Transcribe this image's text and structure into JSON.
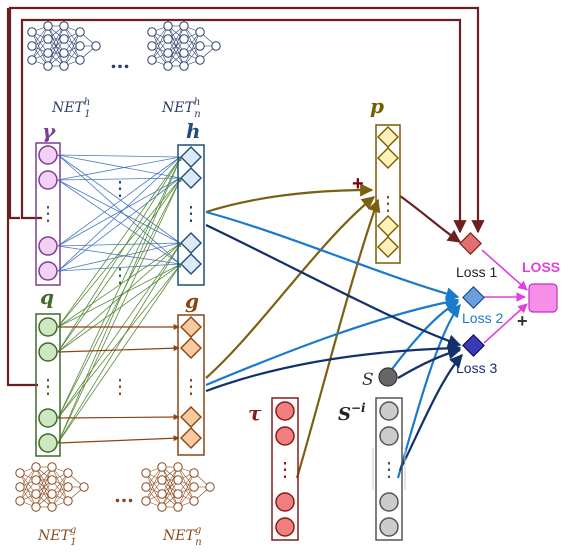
{
  "labels": {
    "gamma": "γ",
    "h": "h",
    "q": "q",
    "g": "g",
    "p": "p",
    "tau": "τ",
    "s": "S",
    "s_minus_i_base": "S",
    "s_minus_i_sup": "−i",
    "loss1": "Loss 1",
    "loss2": "Loss 2",
    "loss3": "Loss 3",
    "loss_total": "LOSS",
    "plus_p": "+",
    "plus_loss": "+",
    "net_h_1_base": "NET",
    "net_h_1_sup": "h",
    "net_h_1_sub": "1",
    "net_h_n_base": "NET",
    "net_h_n_sup": "h",
    "net_h_n_sub": "n",
    "net_g_1_base": "NET",
    "net_g_1_sup": "g",
    "net_g_1_sub": "1",
    "net_g_n_base": "NET",
    "net_g_n_sup": "g",
    "net_g_n_sub": "n",
    "ellipsis": "…",
    "vdots": "⋮"
  },
  "colors": {
    "gamma": "#7a3f93",
    "gamma_fill": "#f4d0f4",
    "h": "#1f4e79",
    "h_fill": "#dce9f7",
    "q": "#3f6b2a",
    "q_fill": "#cfe8c1",
    "g": "#8b4513",
    "g_fill": "#f9c9a0",
    "p": "#7a5c00",
    "p_fill": "#fff0b8",
    "tau": "#8b1a1a",
    "tau_fill": "#f08080",
    "s_neutral": "#666666",
    "s_fill": "#cccccc",
    "loss1": "#e07070",
    "loss2": "#6a9fdc",
    "loss3": "#3a3ab8",
    "loss_total": "#e040e0",
    "loss_total_fill": "#f78fe8",
    "dark_red": "#6b1f1f",
    "olive": "#7a6010",
    "blue_mid": "#1a7acc",
    "navy": "#12306b",
    "net_h": "#2c3e6b",
    "net_g": "#8b4a20"
  }
}
